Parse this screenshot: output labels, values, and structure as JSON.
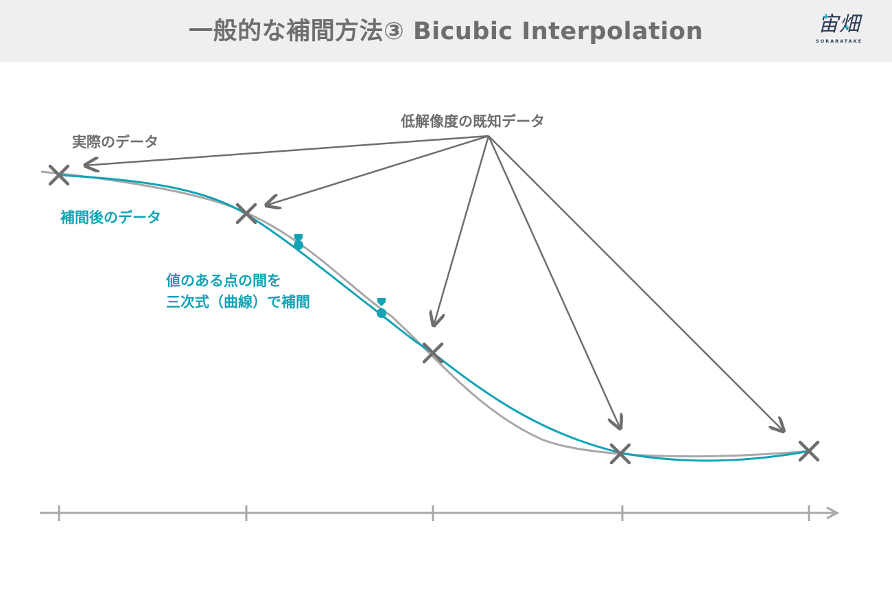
{
  "header": {
    "title": "一般的な補間方法③ Bicubic Interpolation",
    "logo_text": "宙畑",
    "logo_subtext": "SORABATAKE"
  },
  "labels": {
    "actual_data": "実際のデータ",
    "known_low_res": "低解像度の既知データ",
    "interpolated_data": "補間後のデータ",
    "note_line1": "値のある点の間を",
    "note_line2": "三次式（曲線）で補間"
  },
  "colors": {
    "gray": "#6e6e6e",
    "light_gray_curve": "#a8a8a8",
    "teal": "#12a3b5",
    "header_bg": "#efefef"
  }
}
